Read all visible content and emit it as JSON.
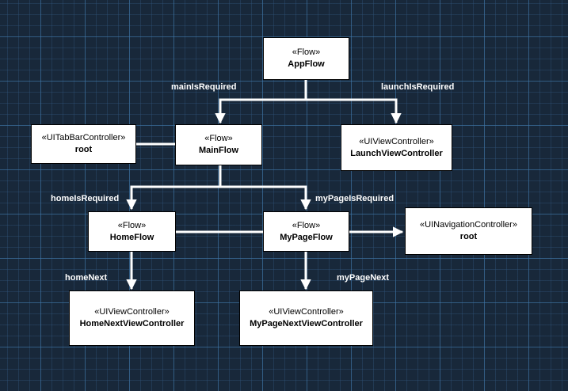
{
  "nodes": {
    "app_flow": {
      "stereotype": "«Flow»",
      "name": "AppFlow"
    },
    "main_flow": {
      "stereotype": "«Flow»",
      "name": "MainFlow"
    },
    "tabbar_root": {
      "stereotype": "«UITabBarController»",
      "name": "root"
    },
    "launch_vc": {
      "stereotype": "«UIViewController»",
      "name": "LaunchViewController"
    },
    "home_flow": {
      "stereotype": "«Flow»",
      "name": "HomeFlow"
    },
    "mypage_flow": {
      "stereotype": "«Flow»",
      "name": "MyPageFlow"
    },
    "nav_root": {
      "stereotype": "«UINavigationController»",
      "name": "root"
    },
    "home_next_vc": {
      "stereotype": "«UIViewController»",
      "name": "HomeNextViewController"
    },
    "mypage_next_vc": {
      "stereotype": "«UIViewController»",
      "name": "MyPageNextViewController"
    }
  },
  "edge_labels": {
    "main_is_required": "mainIsRequired",
    "launch_is_required": "launchIsRequired",
    "home_is_required": "homeIsRequired",
    "mypage_is_required": "myPageIsRequired",
    "home_next": "homeNext",
    "mypage_next": "myPageNext"
  },
  "colors": {
    "background": "#18283a",
    "line": "#ffffff",
    "node_fill": "#ffffff"
  }
}
